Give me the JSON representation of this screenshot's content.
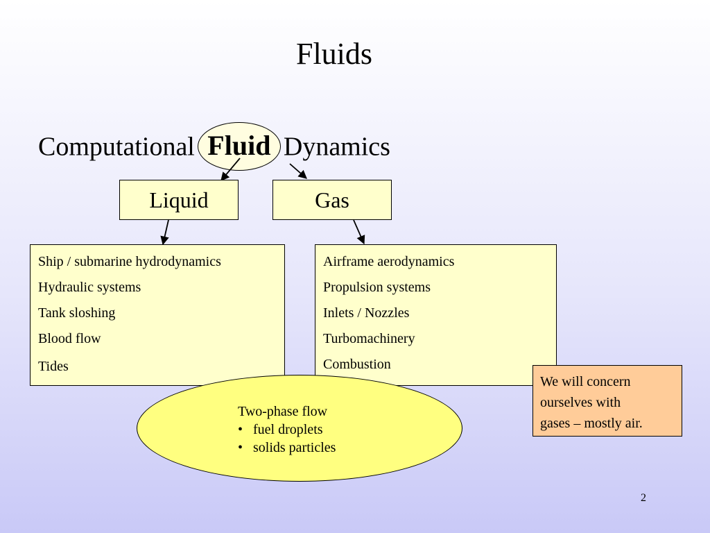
{
  "slide": {
    "title": "Fluids",
    "page_number": "2"
  },
  "cfd": {
    "prefix": "Computational",
    "highlight": "Fluid",
    "suffix": "Dynamics"
  },
  "branches": {
    "liquid": {
      "label": "Liquid",
      "applications": [
        "Ship / submarine hydrodynamics",
        "Hydraulic systems",
        "Tank sloshing",
        "Blood flow",
        "Tides"
      ]
    },
    "gas": {
      "label": "Gas",
      "applications": [
        "Airframe aerodynamics",
        "Propulsion systems",
        "Inlets / Nozzles",
        "Turbomachinery",
        "Combustion"
      ]
    }
  },
  "two_phase": {
    "heading": "Two-phase flow",
    "items": [
      "fuel droplets",
      "solids particles"
    ]
  },
  "note": {
    "lines": [
      "We will concern",
      "ourselves with",
      "gases – mostly air."
    ]
  },
  "colors": {
    "box_fill": "#ffffcc",
    "oval_fill": "#ffff80",
    "note_fill": "#ffcc99",
    "fluid_oval_fill": "#fffde0"
  }
}
